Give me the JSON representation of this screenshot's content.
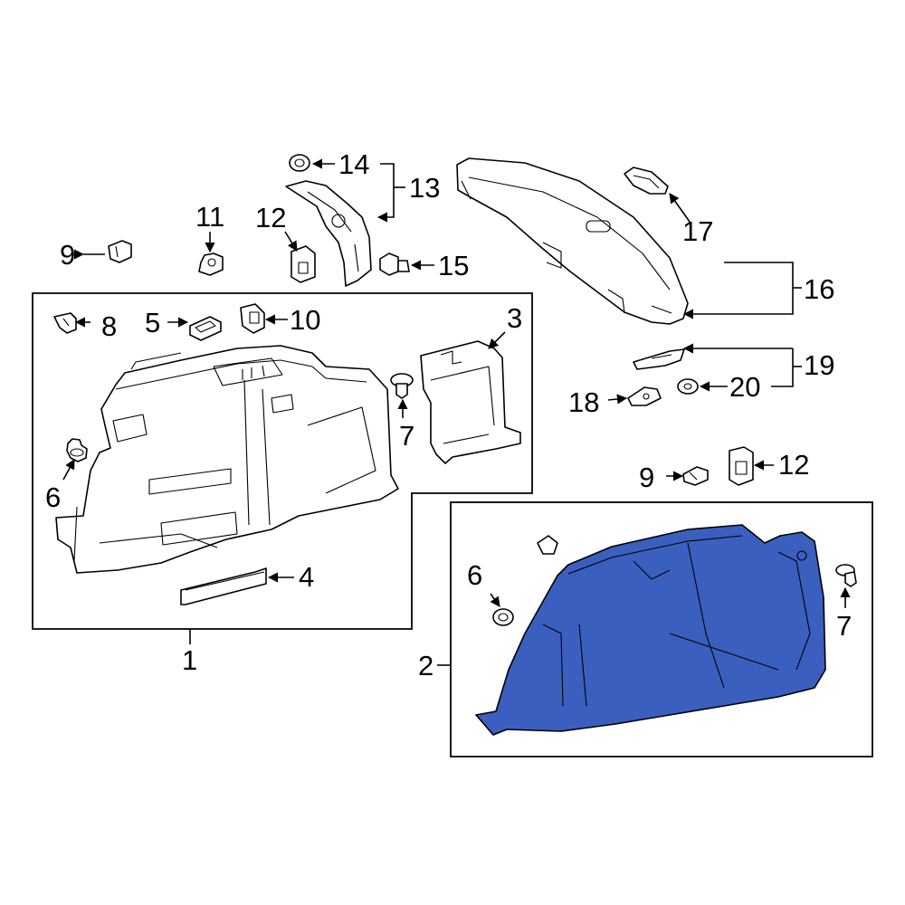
{
  "highlight_color": "#3A5FBE",
  "callouts": {
    "c1": "1",
    "c2": "2",
    "c3": "3",
    "c4": "4",
    "c5": "5",
    "c6a": "6",
    "c6b": "6",
    "c7a": "7",
    "c7b": "7",
    "c8": "8",
    "c9a": "9",
    "c9b": "9",
    "c10": "10",
    "c11": "11",
    "c12a": "12",
    "c12b": "12",
    "c13": "13",
    "c14": "14",
    "c15": "15",
    "c16": "16",
    "c17": "17",
    "c18": "18",
    "c19": "19",
    "c20": "20"
  }
}
